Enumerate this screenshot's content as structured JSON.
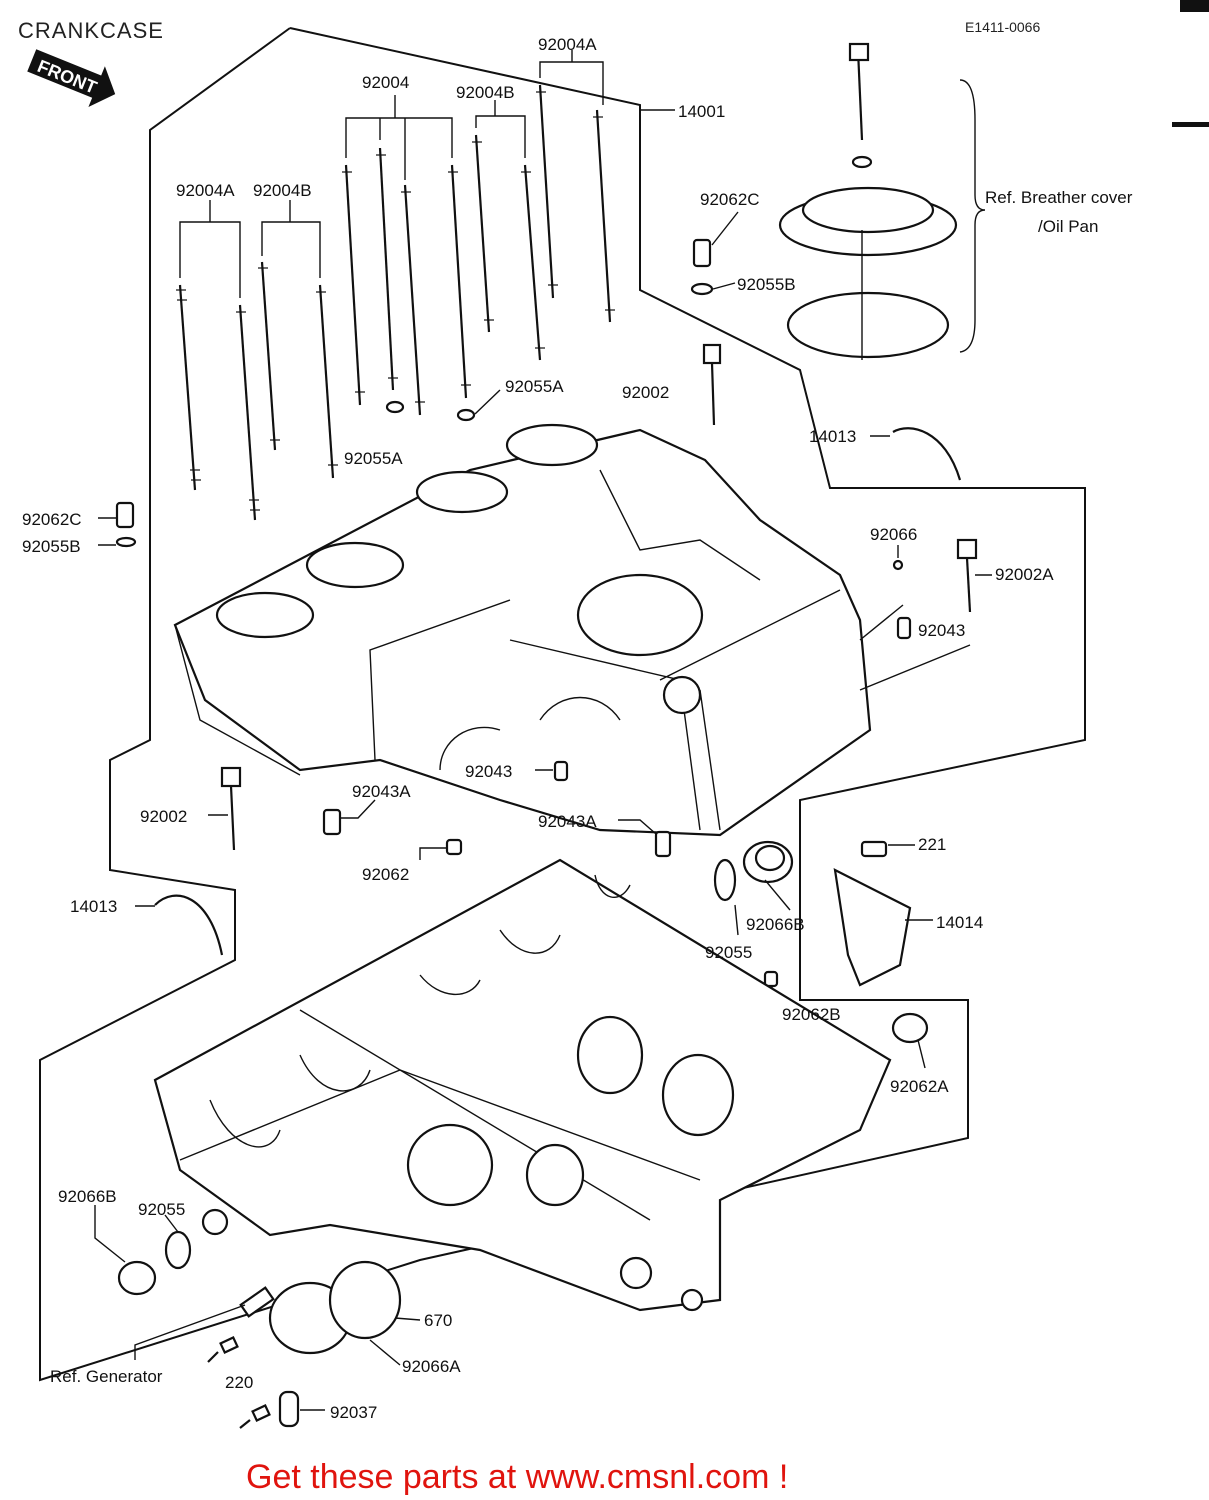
{
  "title": "CRANKCASE",
  "code": "E1411-0066",
  "front_badge": "FRONT",
  "footer": "Get these parts at www.cmsnl.com !",
  "labels": {
    "l92004A_top": "92004A",
    "l92004": "92004",
    "l92004B_top": "92004B",
    "l14001": "14001",
    "l92004A_left": "92004A",
    "l92004B_left": "92004B",
    "l92062C_a": "92062C",
    "l92055B_a": "92055B",
    "l92055A_a": "92055A",
    "l92055A_b": "92055A",
    "l92002_a": "92002",
    "l14013_a": "14013",
    "l92062C_b": "92062C",
    "l92055B_b": "92055B",
    "l92066": "92066",
    "l92002A": "92002A",
    "l92043_a": "92043",
    "l92043_b": "92043",
    "l92043A_a": "92043A",
    "l92002_b": "92002",
    "l92043A_b": "92043A",
    "l92062": "92062",
    "l221": "221",
    "l14013_b": "14013",
    "l14014": "14014",
    "l92066B_a": "92066B",
    "l92055_a": "92055",
    "l92062B": "92062B",
    "l92062A": "92062A",
    "l92066B_b": "92066B",
    "l92055_b": "92055",
    "l670": "670",
    "l92066A": "92066A",
    "l220": "220",
    "l92037": "92037"
  },
  "refs": {
    "breather_line1": "Ref. Breather cover",
    "breather_line2": "/Oil Pan",
    "generator": "Ref. Generator"
  }
}
